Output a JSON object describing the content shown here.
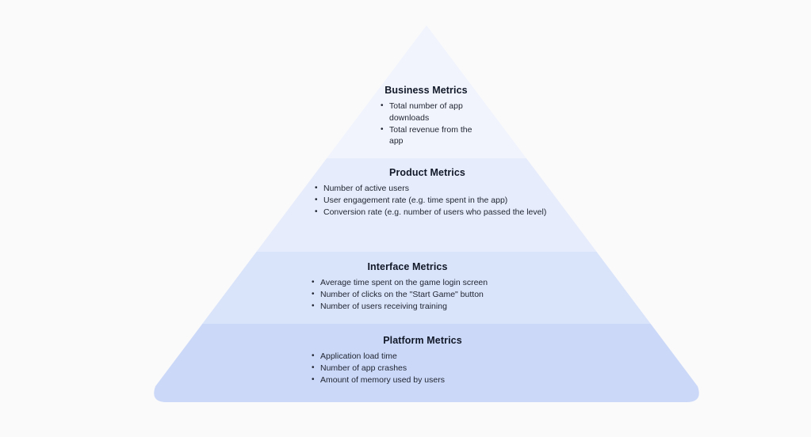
{
  "colors": {
    "background": "#fafafb",
    "tier_business": "#f1f4fd",
    "tier_product": "#e6ecfb",
    "tier_interface": "#d9e3fa",
    "tier_platform": "#cbd8f8"
  },
  "pyramid": {
    "tiers": [
      {
        "title": "Business Metrics",
        "items": [
          "Total number of app downloads",
          "Total revenue from the app"
        ]
      },
      {
        "title": "Product Metrics",
        "items": [
          "Number of active users",
          "User engagement rate (e.g. time spent in the app)",
          "Conversion rate (e.g. number of users who passed the level)"
        ]
      },
      {
        "title": "Interface Metrics",
        "items": [
          "Average time spent on the game login screen",
          "Number of clicks on the \"Start Game\" button",
          "Number of users receiving training"
        ]
      },
      {
        "title": "Platform Metrics",
        "items": [
          "Application load time",
          "Number of app crashes",
          "Amount of memory used by users"
        ]
      }
    ]
  }
}
